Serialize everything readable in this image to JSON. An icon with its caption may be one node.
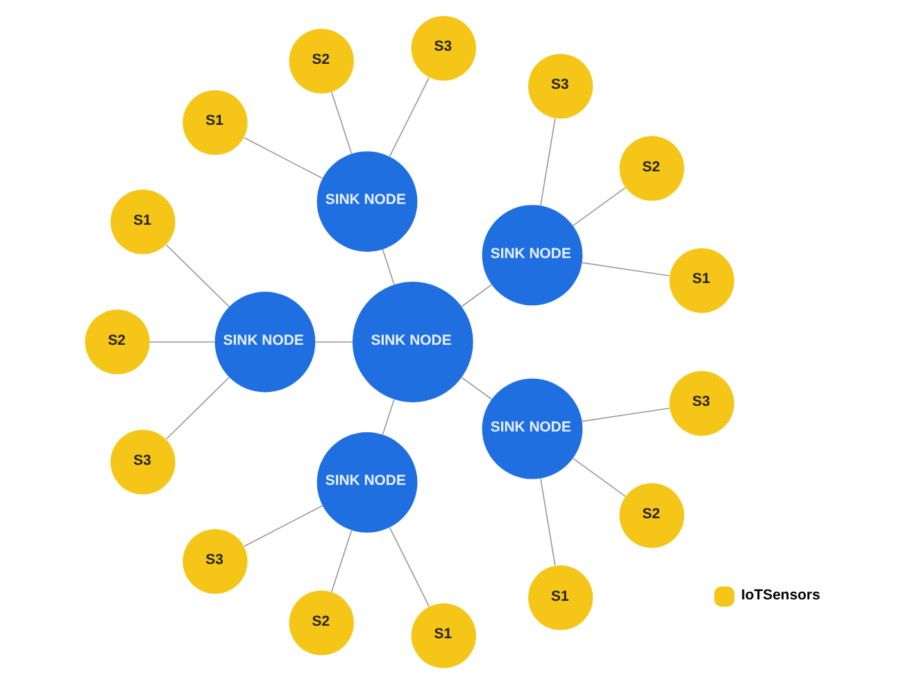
{
  "diagram": {
    "nodes": [
      {
        "text": [
          "SINK NODE"
        ]
      },
      {
        "text": [
          "SINK NODE"
        ]
      },
      {
        "text": [
          "SINK NODE"
        ]
      },
      {
        "text": [
          "SINK NODE"
        ]
      },
      {
        "text": [
          "SINK NODE"
        ]
      },
      {
        "text": [
          "SINK NODE"
        ]
      },
      {
        "text": [
          "S1"
        ]
      },
      {
        "text": [
          "S2"
        ]
      },
      {
        "text": [
          "S3"
        ]
      },
      {
        "text": [
          "S3"
        ]
      },
      {
        "text": [
          "S2"
        ]
      },
      {
        "text": [
          "S1"
        ]
      },
      {
        "text": [
          "S1"
        ]
      },
      {
        "text": [
          "S2"
        ]
      },
      {
        "text": [
          "S3"
        ]
      },
      {
        "text": [
          "S3"
        ]
      },
      {
        "text": [
          "S2"
        ]
      },
      {
        "text": [
          "S1"
        ]
      },
      {
        "text": [
          "S1"
        ]
      },
      {
        "text": [
          "S2"
        ]
      },
      {
        "text": [
          "S3"
        ]
      }
    ],
    "edges": [
      {
        "from": 0,
        "to": 1,
        "arrow": "none"
      },
      {
        "from": 0,
        "to": 2,
        "arrow": "none"
      },
      {
        "from": 0,
        "to": 3,
        "arrow": "none"
      },
      {
        "from": 0,
        "to": 4,
        "arrow": "none"
      },
      {
        "from": 0,
        "to": 5,
        "arrow": "none"
      },
      {
        "from": 1,
        "to": 6,
        "arrow": "none"
      },
      {
        "from": 1,
        "to": 7,
        "arrow": "none"
      },
      {
        "from": 1,
        "to": 8,
        "arrow": "none"
      },
      {
        "from": 2,
        "to": 9,
        "arrow": "none"
      },
      {
        "from": 2,
        "to": 10,
        "arrow": "none"
      },
      {
        "from": 2,
        "to": 11,
        "arrow": "none"
      },
      {
        "from": 3,
        "to": 12,
        "arrow": "none"
      },
      {
        "from": 3,
        "to": 13,
        "arrow": "none"
      },
      {
        "from": 3,
        "to": 14,
        "arrow": "none"
      },
      {
        "from": 4,
        "to": 15,
        "arrow": "none"
      },
      {
        "from": 4,
        "to": 16,
        "arrow": "none"
      },
      {
        "from": 4,
        "to": 17,
        "arrow": "none"
      },
      {
        "from": 5,
        "to": 18,
        "arrow": "none"
      },
      {
        "from": 5,
        "to": 19,
        "arrow": "none"
      },
      {
        "from": 5,
        "to": 20,
        "arrow": "none"
      }
    ],
    "legend": [
      {
        "text": "IoTSensors",
        "color": "#f5c518"
      }
    ]
  }
}
